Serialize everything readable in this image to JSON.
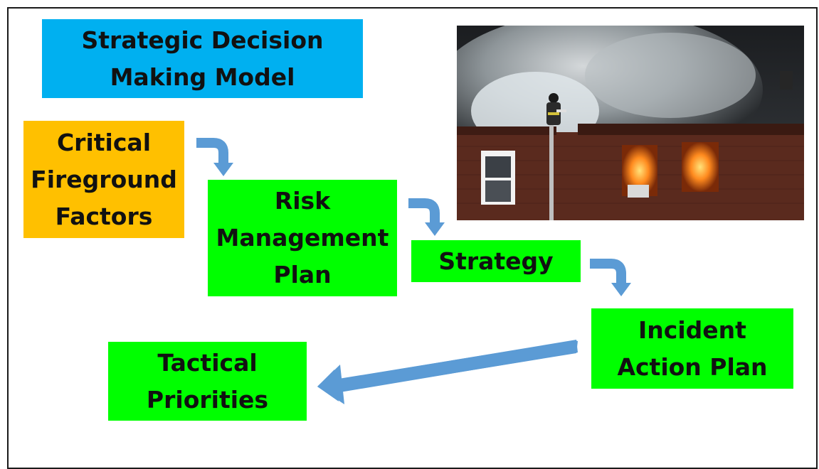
{
  "title": "Strategic Decision\nMaking Model",
  "boxes": {
    "critical_factors": "Critical\nFireground\nFactors",
    "risk_management_plan": "Risk\nManagement\nPlan",
    "strategy": "Strategy",
    "incident_action_plan": "Incident\nAction Plan",
    "tactical_priorities": "Tactical\nPriorities"
  },
  "colors": {
    "title_fill": "#00b0f0",
    "factors_fill": "#ffc000",
    "step_fill": "#00ff00",
    "arrow": "#5b9bd5"
  },
  "image": {
    "icon": "burning-building-photo"
  }
}
